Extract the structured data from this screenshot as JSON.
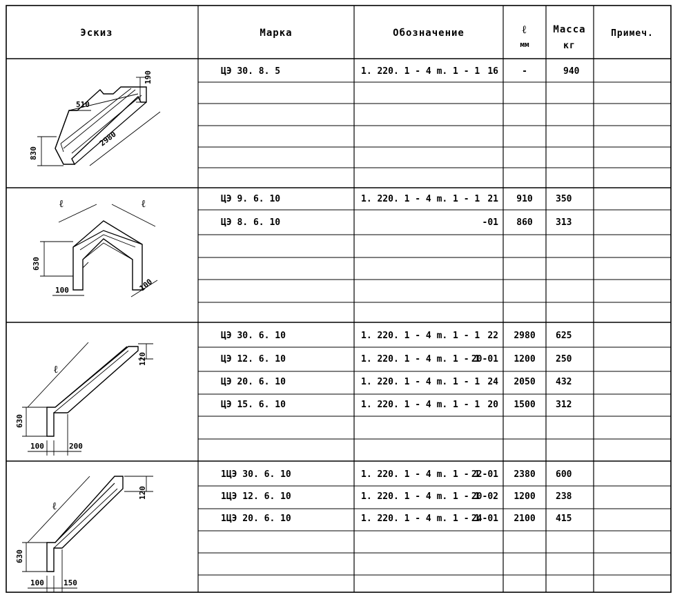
{
  "header": {
    "sketch": "Эскиз",
    "mark": "Марка",
    "designation": "Обозначение",
    "length_symbol": "ℓ",
    "length_unit": "мм",
    "mass": "Масса",
    "mass_unit": "кг",
    "note": "Примеч."
  },
  "groups": [
    {
      "sketch": {
        "dims": [
          "510",
          "190",
          "2980",
          "830"
        ]
      },
      "rows": [
        {
          "mark": "ЦЭ 30. 8. 5",
          "doc": "1. 220. 1 - 4 m. 1 - 1",
          "sheet": "16",
          "length": "-",
          "mass": "940"
        }
      ]
    },
    {
      "sketch": {
        "dims": [
          "ℓ",
          "ℓ",
          "630",
          "100",
          "100"
        ]
      },
      "rows": [
        {
          "mark": "ЦЭ 9. 6. 10",
          "doc": "1. 220. 1 - 4 m. 1 - 1",
          "sheet": "21",
          "length": "910",
          "mass": "350"
        },
        {
          "mark": "ЦЭ 8. 6. 10",
          "doc": "",
          "sheet": "-01",
          "length": "860",
          "mass": "313"
        }
      ]
    },
    {
      "sketch": {
        "dims": [
          "ℓ",
          "120",
          "630",
          "100",
          "200"
        ]
      },
      "rows": [
        {
          "mark": "ЦЭ 30. 6. 10",
          "doc": "1. 220. 1 - 4 m. 1 - 1",
          "sheet": "22",
          "length": "2980",
          "mass": "625"
        },
        {
          "mark": "ЦЭ 12. 6. 10",
          "doc": "1. 220. 1 - 4 m. 1 - 1",
          "sheet": "20-01",
          "length": "1200",
          "mass": "250"
        },
        {
          "mark": "ЦЭ 20. 6. 10",
          "doc": "1. 220. 1 - 4 m. 1 - 1",
          "sheet": "24",
          "length": "2050",
          "mass": "432"
        },
        {
          "mark": "ЦЭ 15. 6. 10",
          "doc": "1. 220. 1 - 4 m. 1 - 1",
          "sheet": "20",
          "length": "1500",
          "mass": "312"
        }
      ]
    },
    {
      "sketch": {
        "dims": [
          "ℓ",
          "120",
          "630",
          "100",
          "150"
        ]
      },
      "rows": [
        {
          "mark": "1ЦЭ 30. 6. 10",
          "doc": "1. 220. 1 - 4 m. 1 - 1",
          "sheet": "22-01",
          "length": "2380",
          "mass": "600"
        },
        {
          "mark": "1ЦЭ 12. 6. 10",
          "doc": "1. 220. 1 - 4 m. 1 - 1",
          "sheet": "20-02",
          "length": "1200",
          "mass": "238"
        },
        {
          "mark": "1ЦЭ 20. 6. 10",
          "doc": "1. 220. 1 - 4 m. 1 - 1",
          "sheet": "24-01",
          "length": "2100",
          "mass": "415"
        }
      ]
    }
  ]
}
